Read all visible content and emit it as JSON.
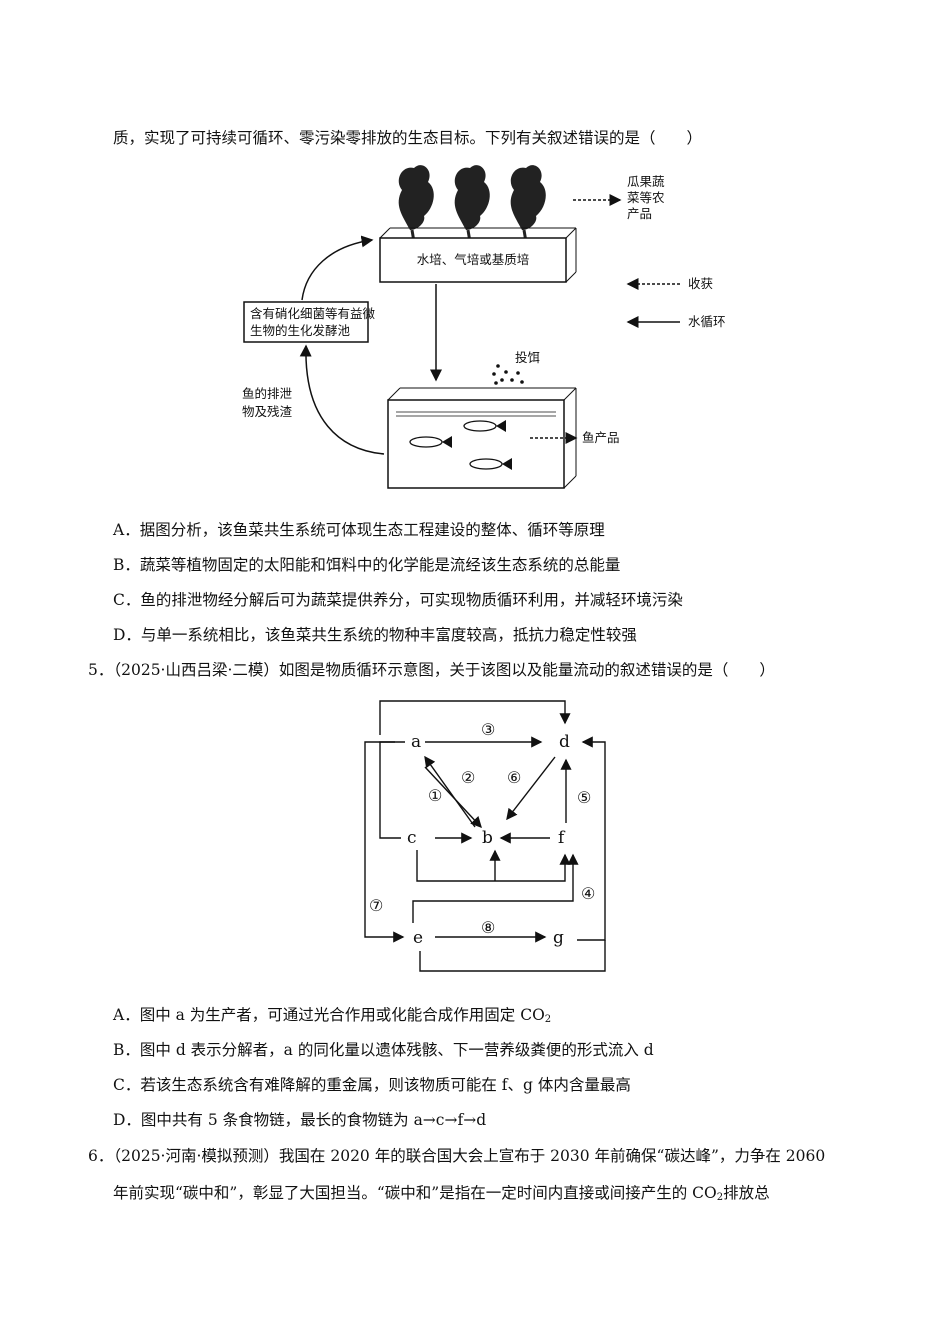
{
  "q4": {
    "intro_line": "质，实现了可持续可循环、零污染零排放的生态目标。下列有关叙述错误的是（　　）",
    "figure": {
      "produce_label": [
        "瓜果蔬",
        "菜等农",
        "产品"
      ],
      "tank_label": "水培、气培或基质培",
      "pool_label": [
        "含有硝化细菌等有益微",
        "生物的生化发酵池"
      ],
      "feed_label": "投饵",
      "waste_label": [
        "鱼的排泄",
        "物及残渣"
      ],
      "fish_product_label": "鱼产品",
      "legend_harvest": "收获",
      "legend_water": "水循环"
    },
    "options": [
      "A．据图分析，该鱼菜共生系统可体现生态工程建设的整体、循环等原理",
      "B．蔬菜等植物固定的太阳能和饵料中的化学能是流经该生态系统的总能量",
      "C．鱼的排泄物经分解后可为蔬菜提供养分，可实现物质循环利用，并减轻环境污染",
      "D．与单一系统相比，该鱼菜共生系统的物种丰富度较高，抵抗力稳定性较强"
    ]
  },
  "q5": {
    "stem": "5．（2025·山西吕梁·二模）如图是物质循环示意图，关于该图以及能量流动的叙述错误的是（　　）",
    "nodes": [
      "a",
      "b",
      "c",
      "d",
      "e",
      "f",
      "g"
    ],
    "arrows": [
      "①",
      "②",
      "③",
      "④",
      "⑤",
      "⑥",
      "⑦",
      "⑧"
    ],
    "option_a": "A．图中 a 为生产者，可通过光合作用或化能合成作用固定 CO",
    "option_a_sub": "2",
    "option_b": "B．图中 d 表示分解者，a 的同化量以遗体残骸、下一营养级粪便的形式流入 d",
    "option_c": "C．若该生态系统含有难降解的重金属，则该物质可能在 f、g 体内含量最高",
    "option_d": "D．图中共有 5 条食物链，最长的食物链为 a→c→f→d"
  },
  "q6": {
    "line1": "6．（2025·河南·模拟预测）我国在 2020 年的联合国大会上宣布于 2030 年前确保“碳达峰”，力争在 2060",
    "line2a": "年前实现“碳中和”，彰显了大国担当。“碳中和”是指在一定时间内直接或间接产生的 CO",
    "line2sub": "2",
    "line2b": "排放总"
  }
}
